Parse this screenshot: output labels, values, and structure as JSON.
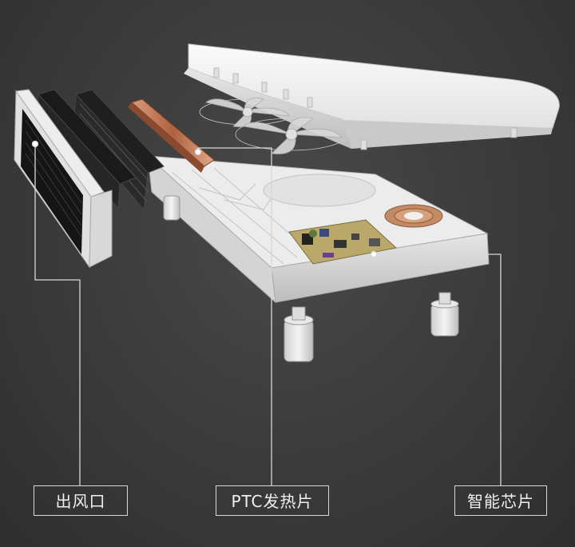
{
  "callouts": {
    "outlet": "出风口",
    "ptc": "PTC发热片",
    "chip": "智能芯片"
  },
  "colors": {
    "background": "#3a3a3a",
    "housing": "#f2f2f2",
    "leader_line": "#d8d8d8",
    "copper": "#b86a4a",
    "pcb": "#b9a86a"
  }
}
